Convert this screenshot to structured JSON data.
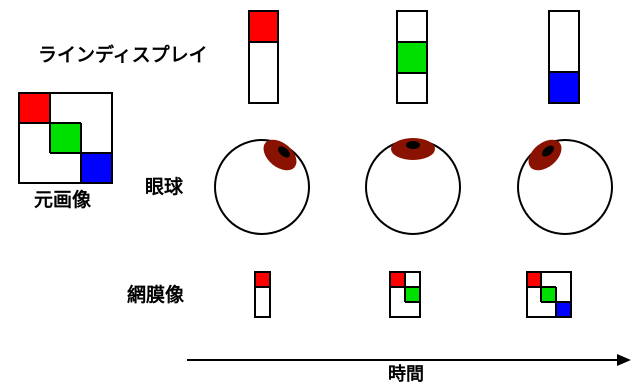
{
  "labels": {
    "line_display": "ラインディスプレイ",
    "original_image": "元画像",
    "eyeball": "眼球",
    "retinal_image": "網膜像",
    "time": "時間"
  },
  "colors": {
    "red": "#ff0000",
    "green": "#00e000",
    "blue": "#0000ff",
    "iris": "#8a1200",
    "pupil": "#000000",
    "stroke": "#000000"
  },
  "time_steps": [
    {
      "lit_row": "top",
      "lit_color": "red",
      "retina_rows_filled": 1
    },
    {
      "lit_row": "middle",
      "lit_color": "green",
      "retina_rows_filled": 2
    },
    {
      "lit_row": "bottom",
      "lit_color": "blue",
      "retina_rows_filled": 3
    }
  ]
}
